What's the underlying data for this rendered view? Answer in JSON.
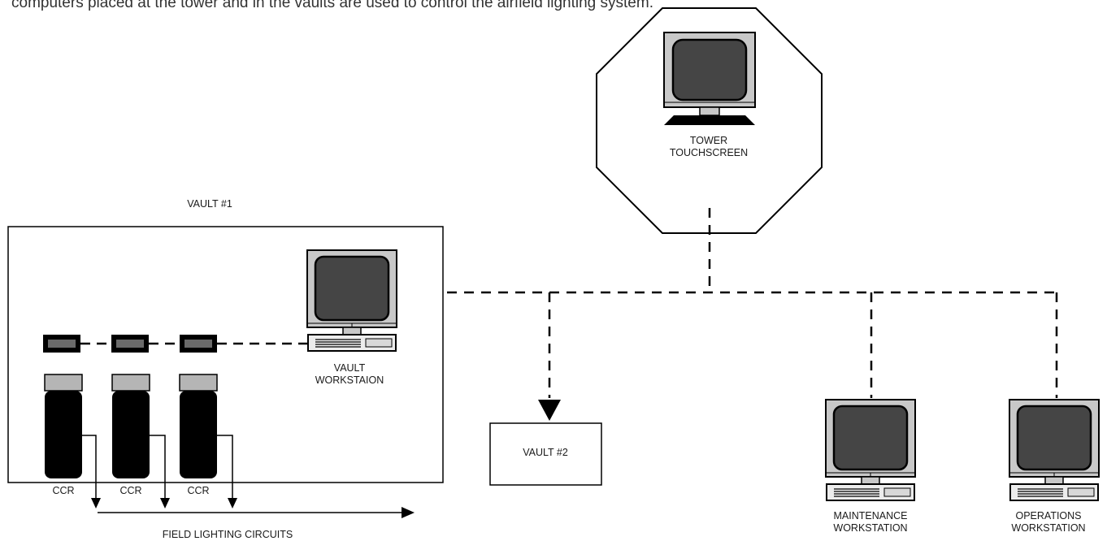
{
  "header": {
    "caption": "computers placed at the tower and in the vaults are used to control the airfield lighting system."
  },
  "labels": {
    "tower": [
      "TOWER",
      "TOUCHSCREEN"
    ],
    "vault1": "VAULT #1",
    "vault_workstation": [
      "VAULT",
      "WORKSTAION"
    ],
    "ccr": [
      "CCR",
      "CCR",
      "CCR"
    ],
    "field_lighting": "FIELD LIGHTING CIRCUITS",
    "vault2": "VAULT #2",
    "maintenance": [
      "MAINTENANCE",
      "WORKSTATION"
    ],
    "operations": [
      "OPERATIONS",
      "WORKSTATION"
    ]
  },
  "colors": {
    "line": "#000000",
    "monitor_bezel": "#c8c8c8",
    "screen": "#454545",
    "ccr_body": "#000000",
    "ccr_cap": "#b5b5b5",
    "module_fill": "#6a6a6a"
  }
}
